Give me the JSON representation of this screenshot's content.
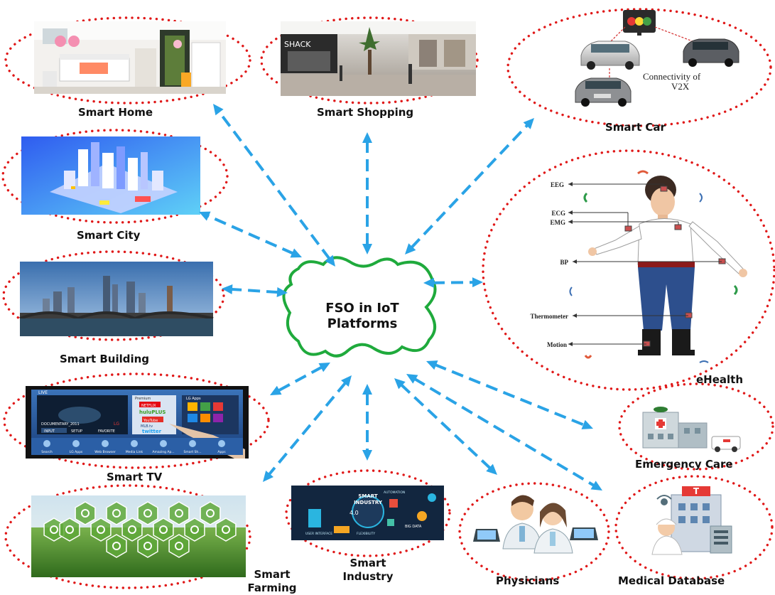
{
  "center": {
    "line1": "FSO in IoT",
    "line2": "Platforms"
  },
  "nodes": {
    "smart_home": "Smart Home",
    "smart_shopping": "Smart Shopping",
    "smart_car": "Smart Car",
    "smart_city": "Smart City",
    "smart_building": "Smart Building",
    "ehealth": "eHealth",
    "smart_tv": "Smart TV",
    "emergency_care": "Emergency Care",
    "smart_farming_l1": "Smart",
    "smart_farming_l2": "Farming",
    "smart_industry_l1": "Smart",
    "smart_industry_l2": "Industry",
    "physicians": "Physicians",
    "medical_database": "Medical Database"
  },
  "car_panel": {
    "caption_l1": "Connectivity of",
    "caption_l2": "V2X"
  },
  "ehealth_sensors": [
    "EEG",
    "ECG",
    "EMG",
    "BP",
    "Thermometer",
    "Motion"
  ],
  "shop_sign": "SHACK",
  "tv_screen": {
    "live": "LIVE",
    "premium": "Premium",
    "apps": "LG Apps",
    "netflix": "NETFLIX",
    "hulu": "huluPLUS",
    "youtube": "YouTube",
    "mlb": "MLB.tv",
    "twitter": "twitter",
    "doc": "DOCUMENTARY_2011",
    "lg": "LG",
    "input": "INPUT",
    "setup": "SETUP",
    "favorite": "FAVORITE",
    "bar": [
      "Search",
      "LG Apps",
      "Web Browser",
      "Media Link",
      "Amazing Ap...",
      "Smart Sh...",
      "Apps"
    ]
  },
  "industry_panel": {
    "title_l1": "SMART",
    "title_l2": "INDUSTRY",
    "v": "4.0",
    "ui": "USER INTERFACE",
    "flex": "FLEXIBILITY",
    "auto": "AUTOMATION",
    "big": "BIG DATA"
  },
  "colors": {
    "arrow": "#2aa3e6",
    "ring": "#e01818",
    "cloud": "#1faa3c"
  }
}
